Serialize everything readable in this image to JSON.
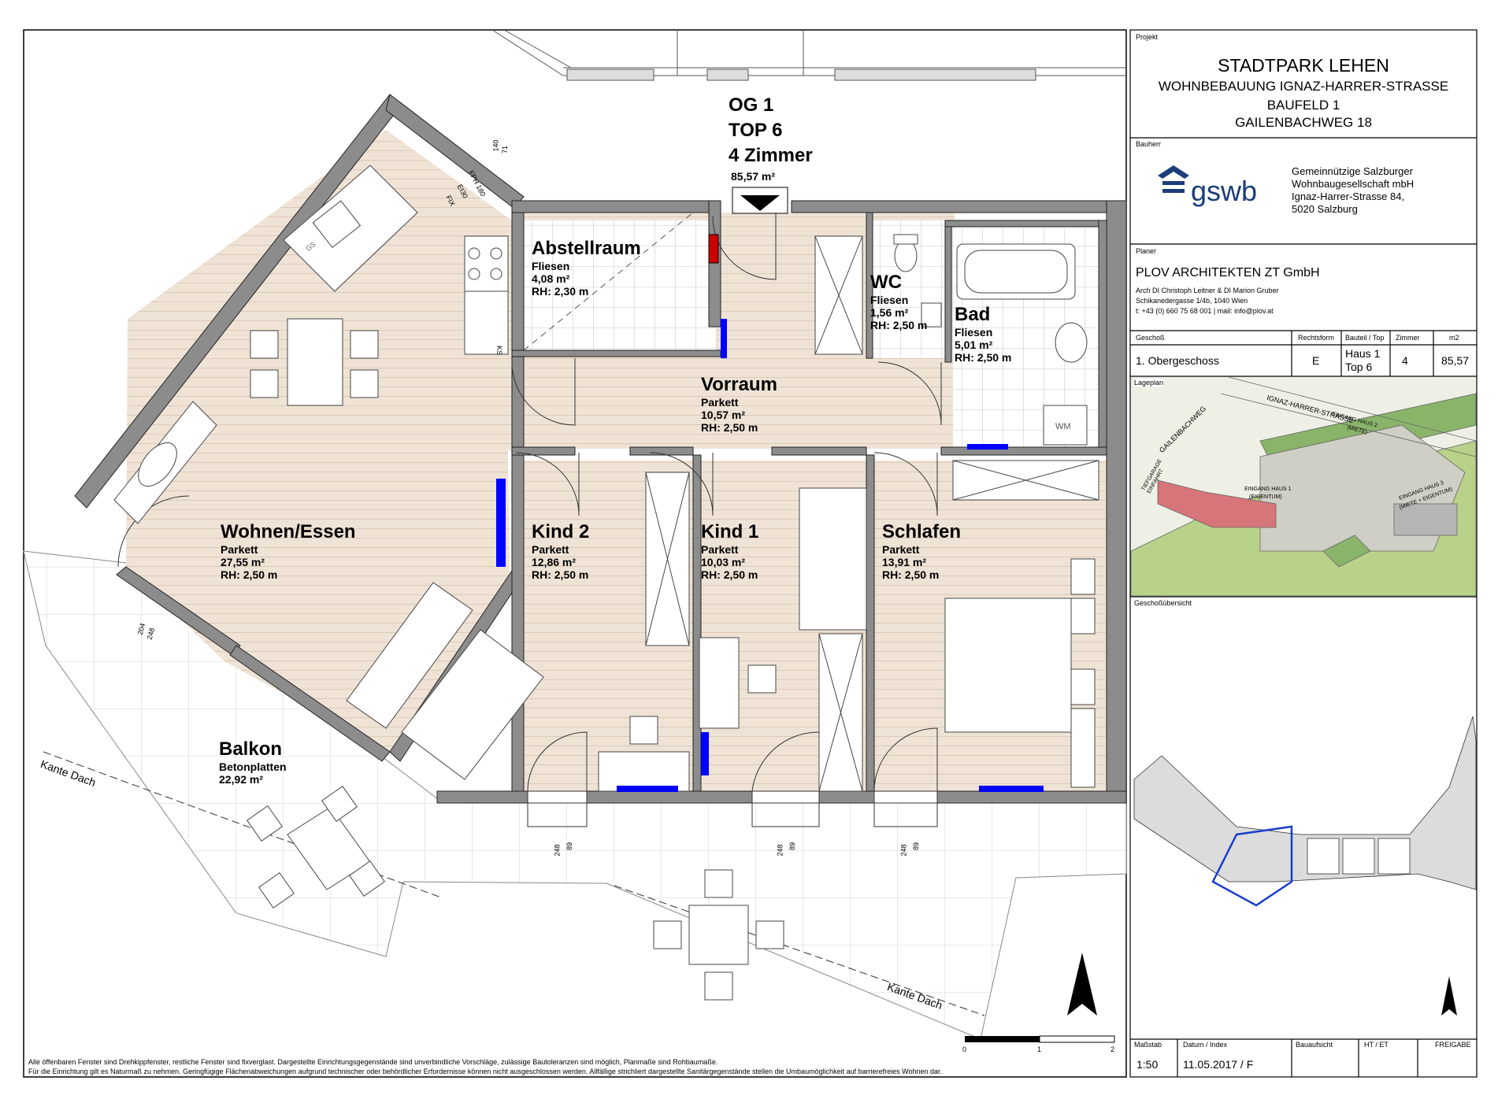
{
  "unit": {
    "floor": "OG 1",
    "top": "TOP 6",
    "rooms_label": "4 Zimmer",
    "area": "85,57 m²"
  },
  "rooms": {
    "abstellraum": {
      "name": "Abstellraum",
      "floor": "Fliesen",
      "area": "4,08 m²",
      "height": "RH: 2,30 m"
    },
    "wc": {
      "name": "WC",
      "floor": "Fliesen",
      "area": "1,56 m²",
      "height": "RH: 2,50 m"
    },
    "bad": {
      "name": "Bad",
      "floor": "Fliesen",
      "area": "5,01 m²",
      "height": "RH: 2,50 m"
    },
    "vorraum": {
      "name": "Vorraum",
      "floor": "Parkett",
      "area": "10,57 m²",
      "height": "RH: 2,50 m"
    },
    "wohnen": {
      "name": "Wohnen/Essen",
      "floor": "Parkett",
      "area": "27,55 m²",
      "height": "RH: 2,50 m"
    },
    "kind2": {
      "name": "Kind 2",
      "floor": "Parkett",
      "area": "12,86 m²",
      "height": "RH: 2,50 m"
    },
    "kind1": {
      "name": "Kind 1",
      "floor": "Parkett",
      "area": "10,03 m²",
      "height": "RH: 2,50 m"
    },
    "schlafen": {
      "name": "Schlafen",
      "floor": "Parkett",
      "area": "13,91 m²",
      "height": "RH: 2,50 m"
    },
    "balkon": {
      "name": "Balkon",
      "floor": "Betonplatten",
      "area": "22,92 m²"
    }
  },
  "labels": {
    "kante_dach": "Kante Dach",
    "wm": "WM",
    "ks": "KS",
    "gs": "GS",
    "fix": "FIX",
    "e30": "EI30",
    "fph": "FPH 180",
    "dim_140": "140",
    "dim_71": "71",
    "dim_204": "204",
    "dim_248": "248",
    "dim_89": "89"
  },
  "scale_bar": {
    "ticks": [
      "0",
      "1",
      "2"
    ]
  },
  "notes": {
    "line1": "Alle öffenbaren Fenster sind Drehkippfenster, restliche Fenster sind fixverglast. Dargestellte Einrichtungsgegenstände sind unverbindliche Vorschläge, zulässige Bautoleranzen sind möglich, Planmaße sind Rohbaumaße.",
    "line2": "Für die Einrichtung gilt es Naturmaß zu nehmen. Geringfügige Flächenabweichungen aufgrund technischer oder behördlicher Erfordernisse können nicht ausgeschlossen werden. Allfällige strichliert dargestellte Sanitärgegenstände stellen die Umbaumöglichkeit auf barrierefreies Wohnen dar."
  },
  "title_block": {
    "projekt_label": "Projekt",
    "project_title": "STADTPARK LEHEN",
    "project_line2": "WOHNBEBAUUNG IGNAZ-HARRER-STRASSE",
    "project_line3": "BAUFELD 1",
    "project_line4": "GAILENBACHWEG 18",
    "bauherr_label": "Bauherr",
    "logo_text": "gswb",
    "client_line1": "Gemeinnützige Salzburger",
    "client_line2": "Wohnbaugesellschaft mbH",
    "client_line3": "Ignaz-Harrer-Strasse 84,",
    "client_line4": "5020 Salzburg",
    "planer_label": "Planer",
    "architect": "PLOV ARCHITEKTEN ZT GmbH",
    "arch_line1": "Arch DI Christoph Leitner & DI Marion Gruber",
    "arch_line2": "Schikanedergasse 1/4b, 1040 Wien",
    "arch_line3": "t: +43 (0) 660 75 68 001 | mail: info@plov.at",
    "table_headers": [
      "Geschoß",
      "Rechtsform",
      "Bauteil / Top",
      "Zimmer",
      "m2"
    ],
    "table_values": {
      "geschoss": "1. Obergeschoss",
      "rechtsform": "E",
      "bauteil1": "Haus 1",
      "bauteil2": "Top 6",
      "zimmer": "4",
      "m2": "85,57"
    },
    "lageplan_label": "Lageplan",
    "lageplan_streets": [
      "IGNAZ-HARRER-STRASSE",
      "GAILENBACHWEG",
      "EINGANG HAUS 2",
      "(MIETE)",
      "EINGANG HAUS 1",
      "(EIGENTUM)",
      "TIEFGARAGE",
      "EINFAHRT",
      "EINGANG HAUS 3",
      "(MIETE + EIGENTUM)"
    ],
    "geschoss_label": "Geschoßübersicht",
    "footer_headers": [
      "Maßstab",
      "Datum / Index",
      "Bauaufsicht",
      "HT / ET",
      "FREIGABE"
    ],
    "footer_values": {
      "massstab": "1:50",
      "datum": "11.05.2017 / F"
    }
  },
  "colors": {
    "floor_wood": "#efe3d6",
    "wall": "#8c8c8c",
    "heater": "#0000ff",
    "site_green": "#a7c17a",
    "building_red": "#d6757a",
    "logo_blue": "#1b3d7a"
  }
}
